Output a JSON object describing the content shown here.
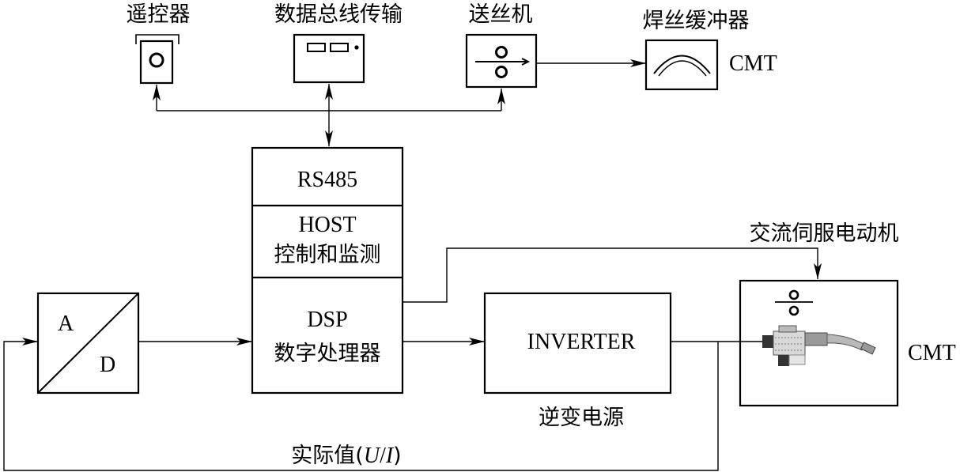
{
  "devices": {
    "remote_control": "遥控器",
    "data_bus": "数据总线传输",
    "wire_feeder": "送丝机",
    "wire_buffer": "焊丝缓冲器",
    "buffer_tag": "CMT"
  },
  "controller": {
    "rs485": "RS485",
    "host_line1": "HOST",
    "host_line2": "控制和监测",
    "dsp_line1": "DSP",
    "dsp_line2": "数字处理器"
  },
  "converter": {
    "a": "A",
    "d": "D"
  },
  "power": {
    "inverter": "INVERTER",
    "caption": "逆变电源"
  },
  "torch": {
    "servo_motor": "交流伺服电动机",
    "tag": "CMT"
  },
  "feedback": {
    "prefix": "实际值(",
    "u": "U",
    "slash": "/",
    "i": "I",
    "suffix": ")"
  }
}
